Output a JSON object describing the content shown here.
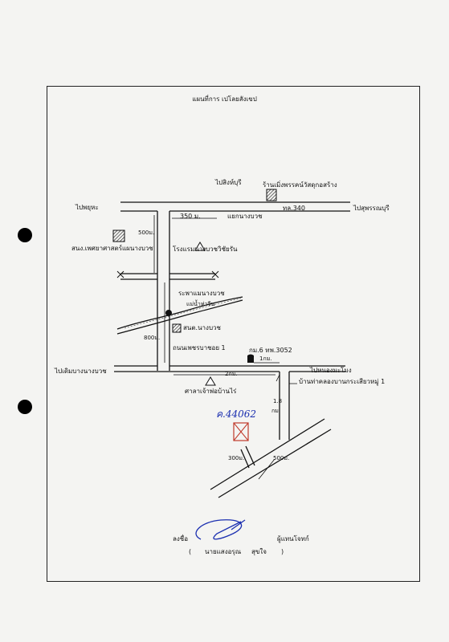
{
  "title": "แผนที่การ เปโลยสังเขป",
  "roads": {
    "to_singburi": "ไปสิงห์บุรี",
    "to_phayuha": "ไปพยุหะ",
    "to_suphanburi": "ไปสุพรรณบุรี",
    "hwy_340": "ทล.340",
    "dist_350m": "350 ม.",
    "market": "แยกนางบวช",
    "dist_500m": "500ม.",
    "dist_800m": "800ม.",
    "to_doembangnangbuat": "ไปเดิมบางนางบวช",
    "to_nongmakhamong": "ไปหนองมะโมง",
    "village": "บ้านท่าคลองบานกระเสียวหมู่ 1",
    "route_3052": "กม.6 ทพ.3052",
    "dist_1km": "1กม.",
    "dist_2km": "2กม.",
    "dist_1_8km": "1.8",
    "km_unit": "กม.",
    "dist_300m": "300ม.",
    "dist_500m_b": "500ม."
  },
  "landmarks": {
    "shop": "ร้านเมิ่งพรรคน์วัสดุกอสร้าง",
    "hospital": "สนง.เพศยาศาสตร์แผนางบวช",
    "school": "โรงแรมนางบวชวิชัยรัน",
    "river": "ระพาแมนางบวช",
    "river2": "แม่น้ำท่าจีน",
    "police": "สนต.นางบวช",
    "temple_road": "ถนนเพชรบาชอย 1",
    "shrine": "ศาลาเจ้าพ่อบ้านไร่",
    "plot_no": "ค.44062"
  },
  "signature": {
    "sign_label": "ลงชื่อ",
    "owner_label": "ผู้แทนโจทก์",
    "name_open": "(",
    "name": "นายแสงอรุณ",
    "surname": "สุขใจ",
    "name_close": ")"
  },
  "colors": {
    "ink": "#111111",
    "marker": "#c0392b",
    "note": "#1b2fb0"
  }
}
